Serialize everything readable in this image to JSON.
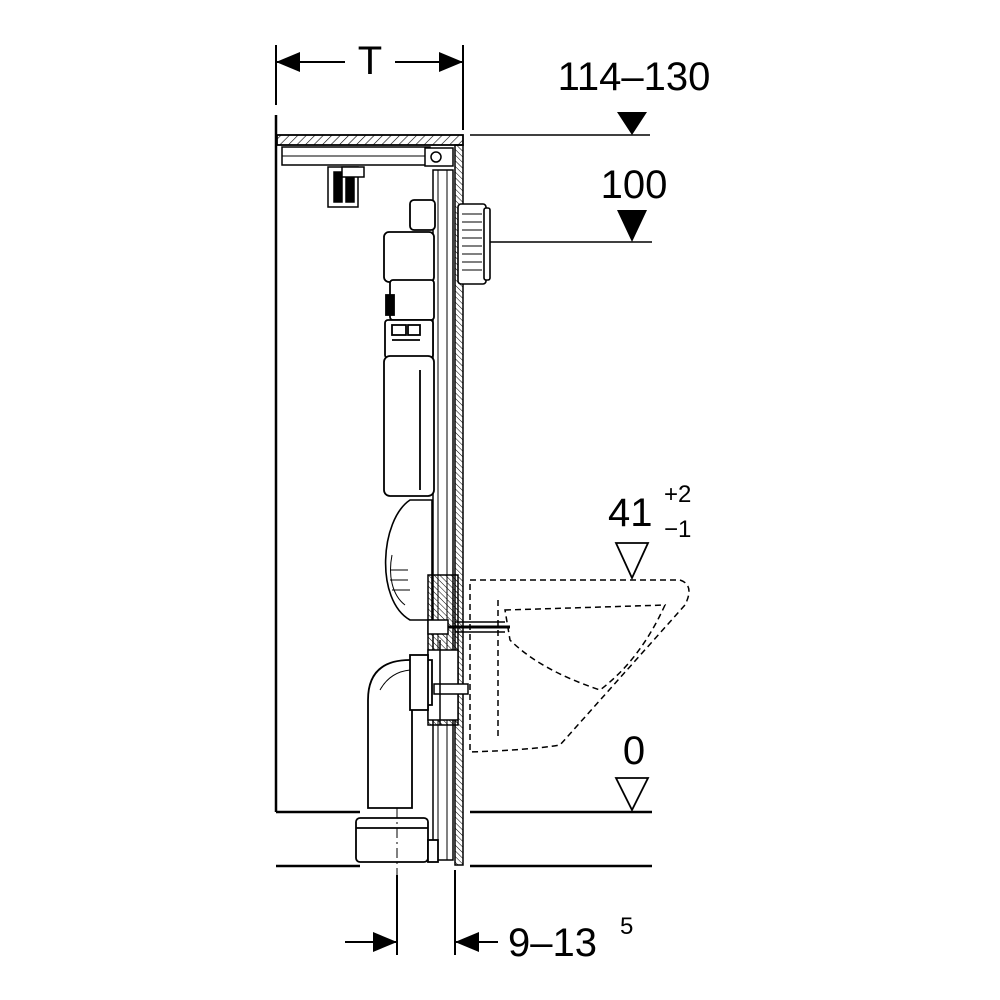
{
  "labels": {
    "depth": "T",
    "height_top": "114–130",
    "height_actuator": "100",
    "height_seat_base": "41",
    "height_seat_tol_plus": "+2",
    "height_seat_tol_minus": "−1",
    "height_floor": "0",
    "offset_base": "9–13",
    "offset_sup": "5"
  },
  "colors": {
    "line": "#000000",
    "background": "#ffffff",
    "hatch": "#000000"
  },
  "icons": [
    "level-marker-filled",
    "level-marker-open",
    "dimension-arrow"
  ]
}
